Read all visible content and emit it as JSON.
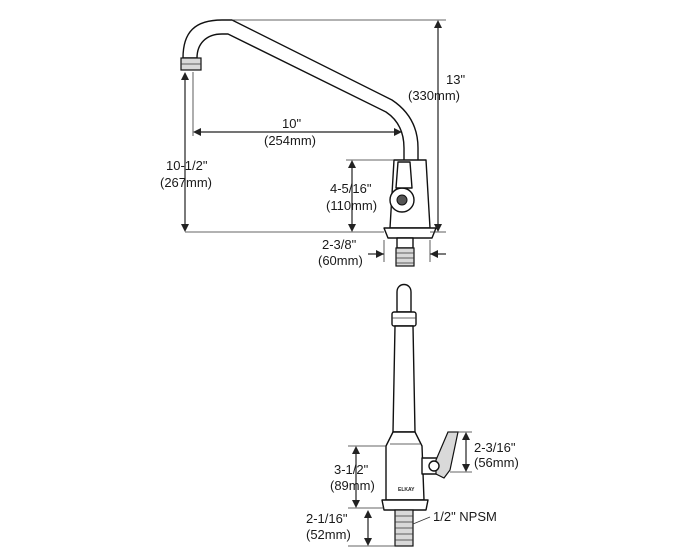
{
  "diagram": {
    "top_view": {
      "height": {
        "imperial": "13\"",
        "metric": "(330mm)"
      },
      "reach": {
        "imperial": "10\"",
        "metric": "(254mm)"
      },
      "spout_clearance": {
        "imperial": "10-1/2\"",
        "metric": "(267mm)"
      },
      "body_height": {
        "imperial": "4-5/16\"",
        "metric": "(110mm)"
      },
      "base_width": {
        "imperial": "2-3/8\"",
        "metric": "(60mm)"
      }
    },
    "side_view": {
      "handle_length": {
        "imperial": "2-3/16\"",
        "metric": "(56mm)"
      },
      "body_height": {
        "imperial": "3-1/2\"",
        "metric": "(89mm)"
      },
      "shank_length": {
        "imperial": "2-1/16\"",
        "metric": "(52mm)"
      },
      "thread_note": "1/2\" NPSM",
      "brand_mark": "ELKAY"
    }
  }
}
